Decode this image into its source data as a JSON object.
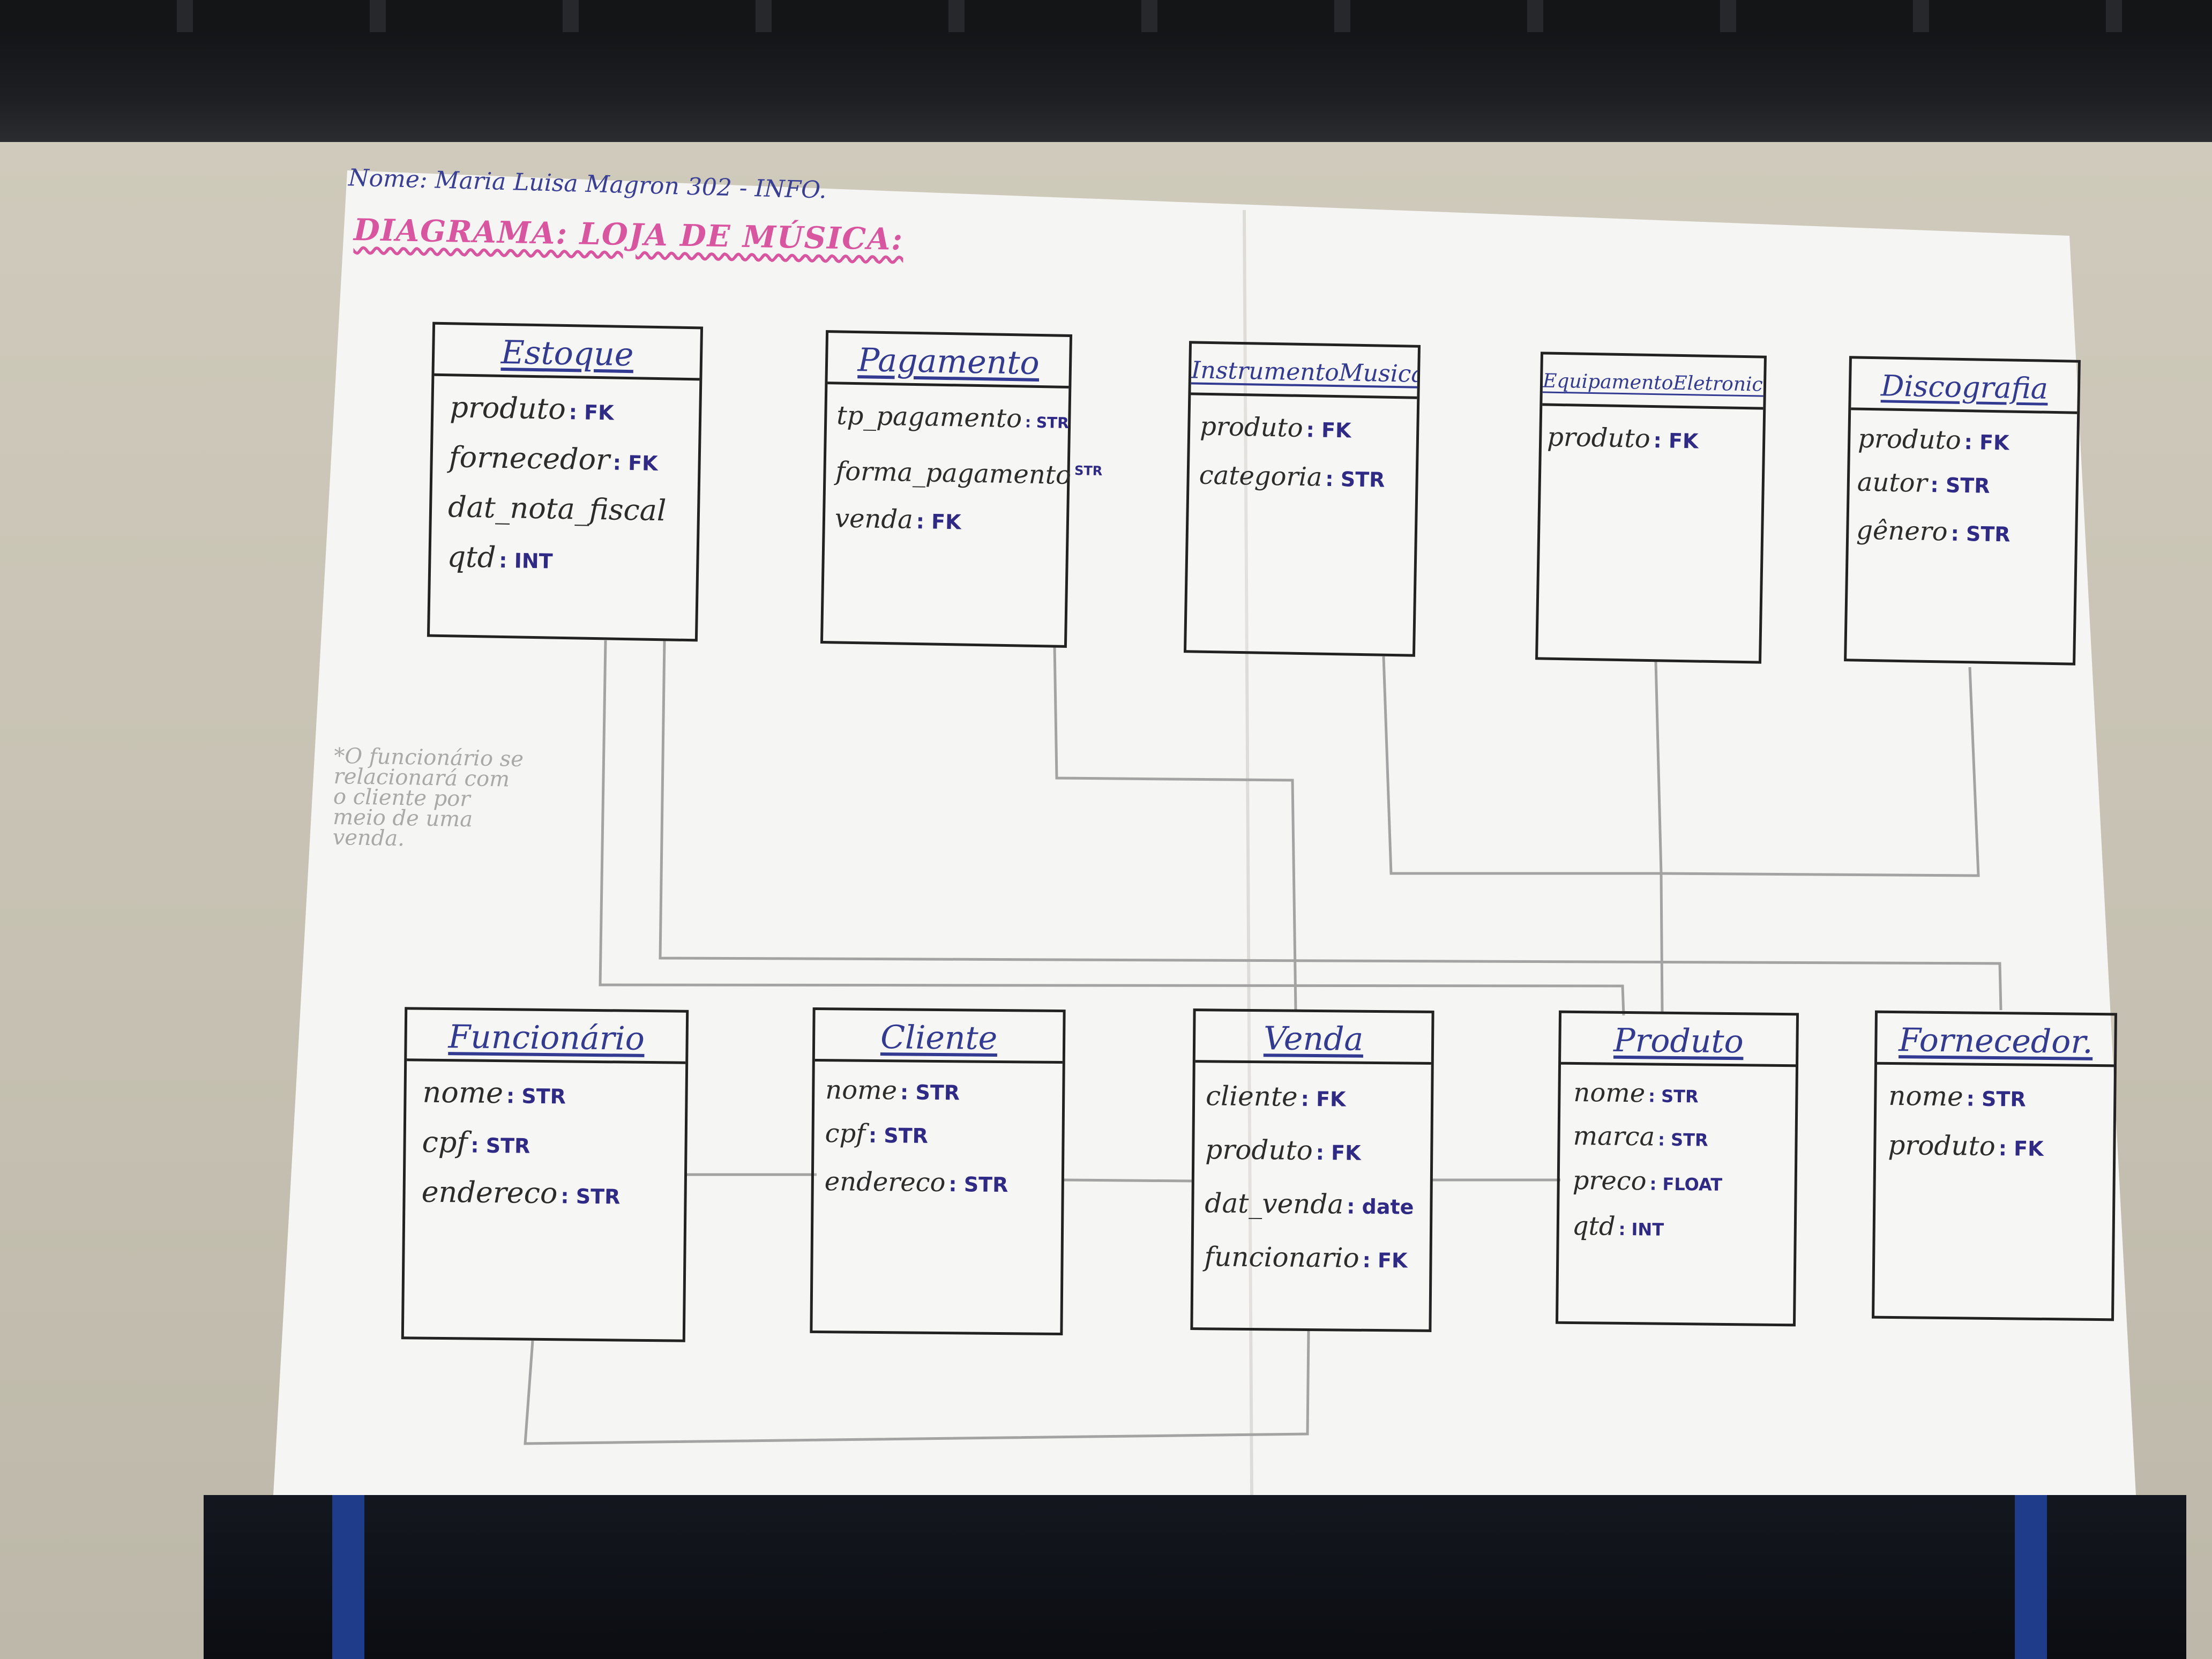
{
  "header": {
    "student_line": "Nome: Maria Luisa Magron    302 - INFO.",
    "diagram_title": "DIAGRAMA: LOJA DE MÚSICA:"
  },
  "note": "*O funcionário se relacionará com o cliente por meio de uma venda.",
  "entities": {
    "estoque": {
      "name": "Estoque",
      "attrs": [
        {
          "field": "produto",
          "type": ": FK"
        },
        {
          "field": "fornecedor",
          "type": ": FK"
        },
        {
          "field": "dat_nota_fiscal",
          "type": ""
        },
        {
          "field": "qtd",
          "type": ": INT"
        }
      ]
    },
    "pagamento": {
      "name": "Pagamento",
      "attrs": [
        {
          "field": "tp_pagamento",
          "type": ": STR"
        },
        {
          "field": "forma_pagamento",
          "type": "STR"
        },
        {
          "field": "venda",
          "type": ": FK"
        }
      ]
    },
    "instrumento": {
      "name": "InstrumentoMusical",
      "attrs": [
        {
          "field": "produto",
          "type": ": FK"
        },
        {
          "field": "categoria",
          "type": ": STR"
        }
      ]
    },
    "equipamento": {
      "name": "EquipamentoEletronico",
      "attrs": [
        {
          "field": "produto",
          "type": ": FK"
        }
      ]
    },
    "discografia": {
      "name": "Discografia",
      "attrs": [
        {
          "field": "produto",
          "type": ": FK"
        },
        {
          "field": "autor",
          "type": ": STR"
        },
        {
          "field": "gênero",
          "type": ": STR"
        }
      ]
    },
    "funcionario": {
      "name": "Funcionário",
      "attrs": [
        {
          "field": "nome",
          "type": ": STR"
        },
        {
          "field": "cpf",
          "type": ": STR"
        },
        {
          "field": "endereco",
          "type": ": STR"
        }
      ]
    },
    "cliente": {
      "name": "Cliente",
      "attrs": [
        {
          "field": "nome",
          "type": ": STR"
        },
        {
          "field": "cpf",
          "type": ": STR"
        },
        {
          "field": "endereco",
          "type": ": STR"
        }
      ]
    },
    "venda": {
      "name": "Venda",
      "attrs": [
        {
          "field": "cliente",
          "type": ": FK"
        },
        {
          "field": "produto",
          "type": ": FK"
        },
        {
          "field": "dat_venda",
          "type": ": date"
        },
        {
          "field": "funcionario",
          "type": ": FK"
        }
      ]
    },
    "produto": {
      "name": "Produto",
      "attrs": [
        {
          "field": "nome",
          "type": ": STR"
        },
        {
          "field": "marca",
          "type": ": STR"
        },
        {
          "field": "preco",
          "type": ": FLOAT"
        },
        {
          "field": "qtd",
          "type": ": INT"
        }
      ]
    },
    "fornecedor": {
      "name": "Fornecedor.",
      "attrs": [
        {
          "field": "nome",
          "type": ": STR"
        },
        {
          "field": "produto",
          "type": ": FK"
        }
      ]
    }
  }
}
